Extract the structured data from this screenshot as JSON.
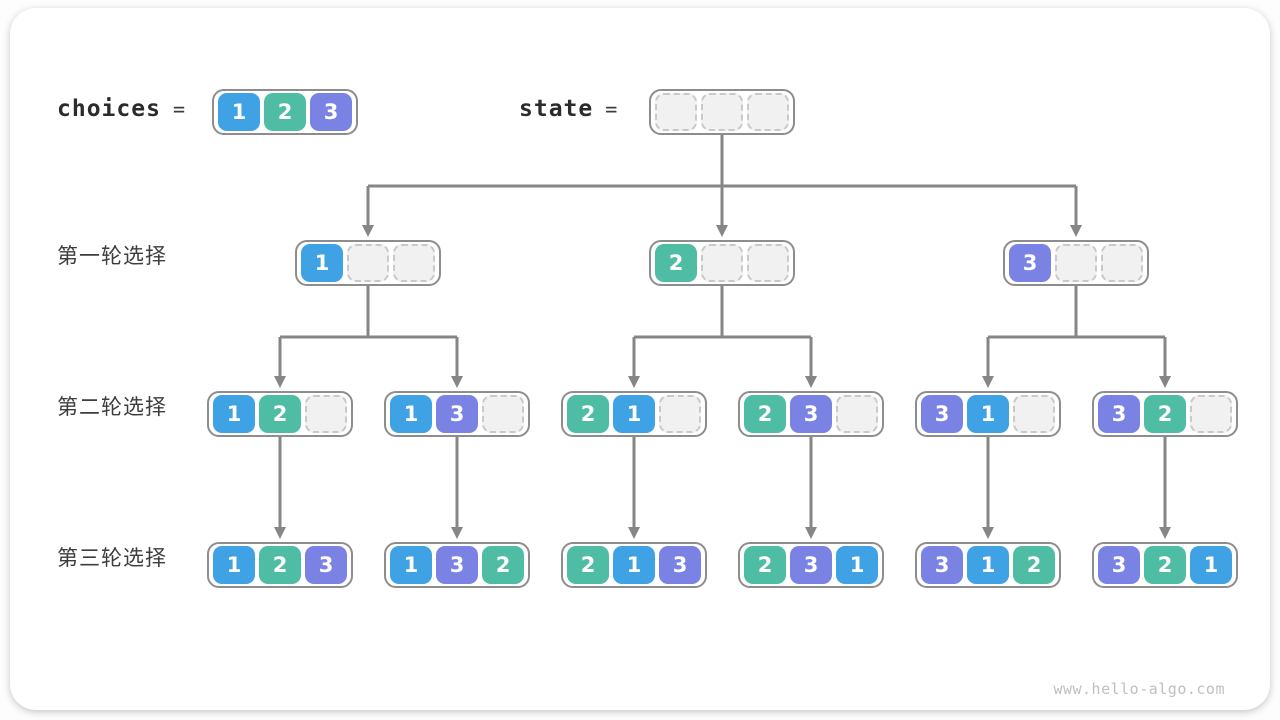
{
  "page": {
    "watermark": "www.hello-algo.com"
  },
  "colors": {
    "1": "#3fa2e4",
    "2": "#4fbca4",
    "3": "#7a83e3",
    "container_border": "#8d8d8d",
    "arrow": "#868686",
    "empty_fill": "#f1f1f2",
    "empty_border": "#c9c9c9",
    "label_text": "#3d3d3d",
    "code_text": "#2b2b2b",
    "watermark_text": "#bfbfbf"
  },
  "header": {
    "choices_label": "choices",
    "state_label": "state",
    "equals": "=",
    "choices_cells": [
      1,
      2,
      3
    ],
    "state_cells": [
      null,
      null,
      null
    ]
  },
  "rows": [
    {
      "label": "第一轮选择",
      "nodes": [
        [
          1,
          null,
          null
        ],
        [
          2,
          null,
          null
        ],
        [
          3,
          null,
          null
        ]
      ]
    },
    {
      "label": "第二轮选择",
      "nodes": [
        [
          1,
          2,
          null
        ],
        [
          1,
          3,
          null
        ],
        [
          2,
          1,
          null
        ],
        [
          2,
          3,
          null
        ],
        [
          3,
          1,
          null
        ],
        [
          3,
          2,
          null
        ]
      ]
    },
    {
      "label": "第三轮选择",
      "nodes": [
        [
          1,
          2,
          3
        ],
        [
          1,
          3,
          2
        ],
        [
          2,
          1,
          3
        ],
        [
          2,
          3,
          1
        ],
        [
          3,
          1,
          2
        ],
        [
          3,
          2,
          1
        ]
      ]
    }
  ]
}
